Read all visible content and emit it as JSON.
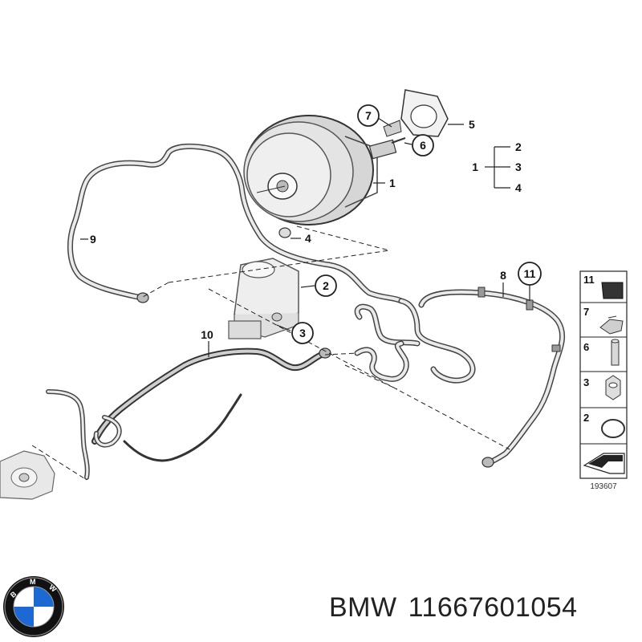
{
  "diagram": {
    "callouts": [
      {
        "id": "1",
        "label": "1"
      },
      {
        "id": "2",
        "label": "2"
      },
      {
        "id": "3",
        "label": "3"
      },
      {
        "id": "4",
        "label": "4"
      },
      {
        "id": "5",
        "label": "5"
      },
      {
        "id": "6",
        "label": "6"
      },
      {
        "id": "7",
        "label": "7"
      },
      {
        "id": "8",
        "label": "8"
      },
      {
        "id": "9",
        "label": "9"
      },
      {
        "id": "10",
        "label": "10"
      },
      {
        "id": "11",
        "label": "11"
      }
    ],
    "group": {
      "parent": "1",
      "children": [
        "2",
        "3",
        "4"
      ]
    },
    "legend": [
      "11",
      "7",
      "6",
      "3",
      "2"
    ],
    "drawing_code": "193607"
  },
  "caption": {
    "brand": "BMW",
    "part_number": "11667601054"
  },
  "logo": {
    "lettering": "BMW",
    "colors": {
      "blue": "#1c69d4",
      "white": "#ffffff",
      "ring": "#111111"
    }
  }
}
